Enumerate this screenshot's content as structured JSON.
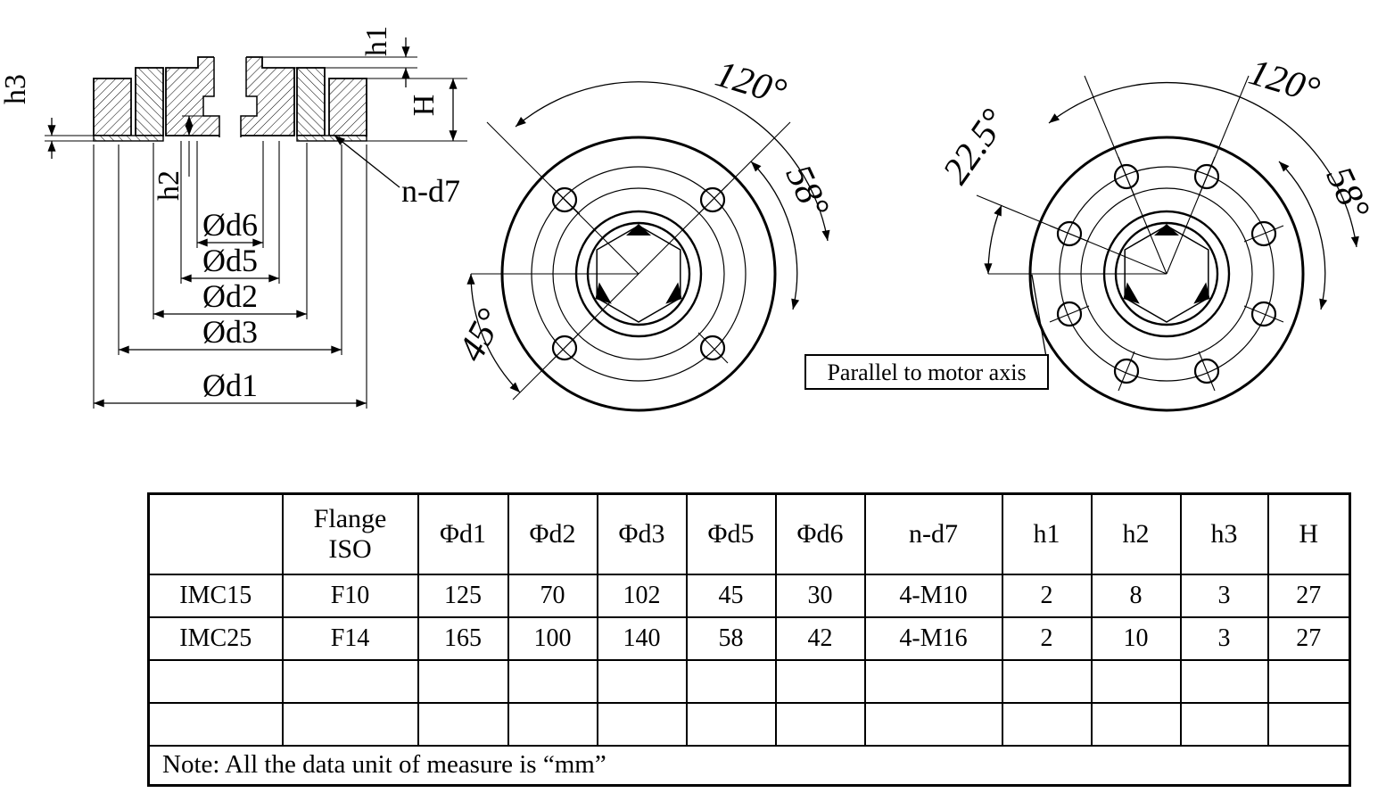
{
  "drawing": {
    "section": {
      "h3": "h3",
      "h1": "h1",
      "H": "H",
      "h2": "h2",
      "n_d7": "n-d7",
      "d6": "Ød6",
      "d5": "Ød5",
      "d2": "Ød2",
      "d3": "Ød3",
      "d1": "Ød1"
    },
    "front_view": {
      "angle_120": "120°",
      "angle_58": "58°",
      "angle_45": "45°"
    },
    "rotated_view": {
      "angle_22_5": "22.5°",
      "angle_120": "120°",
      "angle_58": "58°"
    },
    "parallel_note": "Parallel to motor axis"
  },
  "table": {
    "headers": [
      "",
      "Flange\nISO",
      "Φd1",
      "Φd2",
      "Φd3",
      "Φd5",
      "Φd6",
      "n-d7",
      "h1",
      "h2",
      "h3",
      "H"
    ],
    "rows": [
      [
        "IMC15",
        "F10",
        "125",
        "70",
        "102",
        "45",
        "30",
        "4-M10",
        "2",
        "8",
        "3",
        "27"
      ],
      [
        "IMC25",
        "F14",
        "165",
        "100",
        "140",
        "58",
        "42",
        "4-M16",
        "2",
        "10",
        "3",
        "27"
      ],
      [
        "",
        "",
        "",
        "",
        "",
        "",
        "",
        "",
        "",
        "",
        "",
        ""
      ],
      [
        "",
        "",
        "",
        "",
        "",
        "",
        "",
        "",
        "",
        "",
        "",
        ""
      ]
    ],
    "note": "Note: All the data unit of measure is “mm”"
  }
}
